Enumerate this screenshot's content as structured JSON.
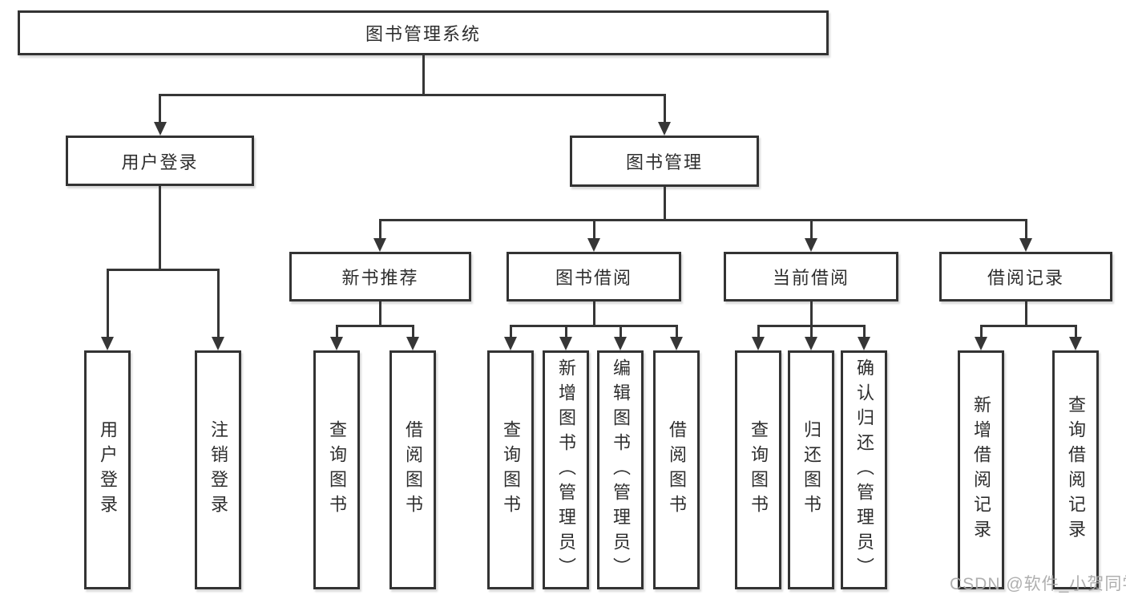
{
  "colors": {
    "line": "#363636",
    "box_border": "#333333",
    "text": "#2e2e2e",
    "background": "#ffffff",
    "watermark": "#a8a8a8"
  },
  "watermark": "CSDN @软件_小贺同学",
  "tree": {
    "root": "图书管理系统",
    "level2": [
      {
        "label": "用户登录",
        "children": [
          "用户登录",
          "注销登录"
        ]
      },
      {
        "label": "图书管理",
        "children": [
          {
            "label": "新书推荐",
            "children": [
              "查询图书",
              "借阅图书"
            ]
          },
          {
            "label": "图书借阅",
            "children": [
              "查询图书",
              "新增图书（管理员）",
              "编辑图书（管理员）",
              "借阅图书"
            ]
          },
          {
            "label": "当前借阅",
            "children": [
              "查询图书",
              "归还图书",
              "确认归还（管理员）"
            ]
          },
          {
            "label": "借阅记录",
            "children": [
              "新增借阅记录",
              "查询借阅记录"
            ]
          }
        ]
      }
    ]
  }
}
